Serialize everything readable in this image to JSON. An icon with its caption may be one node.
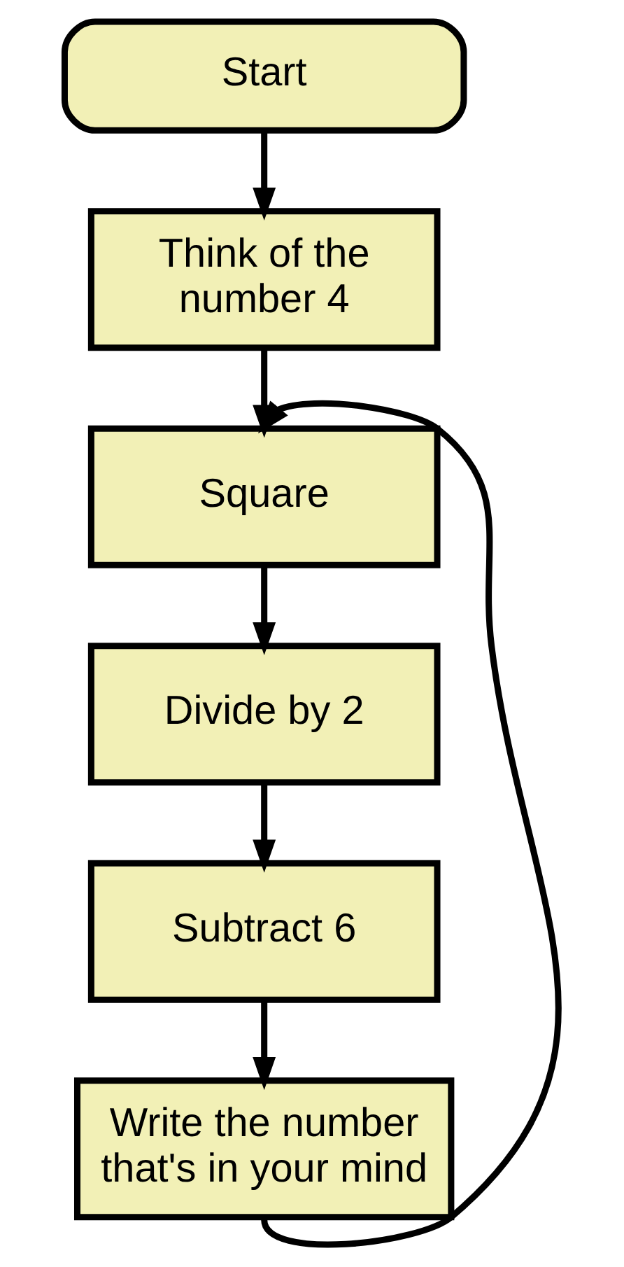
{
  "diagram": {
    "nodes": [
      {
        "text": [
          "Start"
        ]
      },
      {
        "text": [
          "Think of the number 4"
        ]
      },
      {
        "text": [
          "Square"
        ]
      },
      {
        "text": [
          "Divide by 2"
        ]
      },
      {
        "text": [
          "Subtract 6"
        ]
      },
      {
        "text": [
          "Write the number that's in your mind"
        ]
      }
    ],
    "edges": [
      {
        "from": 0,
        "to": 1,
        "arrow": "to"
      },
      {
        "from": 1,
        "to": 2,
        "arrow": "to"
      },
      {
        "from": 2,
        "to": 3,
        "arrow": "to"
      },
      {
        "from": 3,
        "to": 4,
        "arrow": "to"
      },
      {
        "from": 4,
        "to": 5,
        "arrow": "to"
      },
      {
        "from": 5,
        "to": 2,
        "arrow": "to"
      }
    ]
  }
}
